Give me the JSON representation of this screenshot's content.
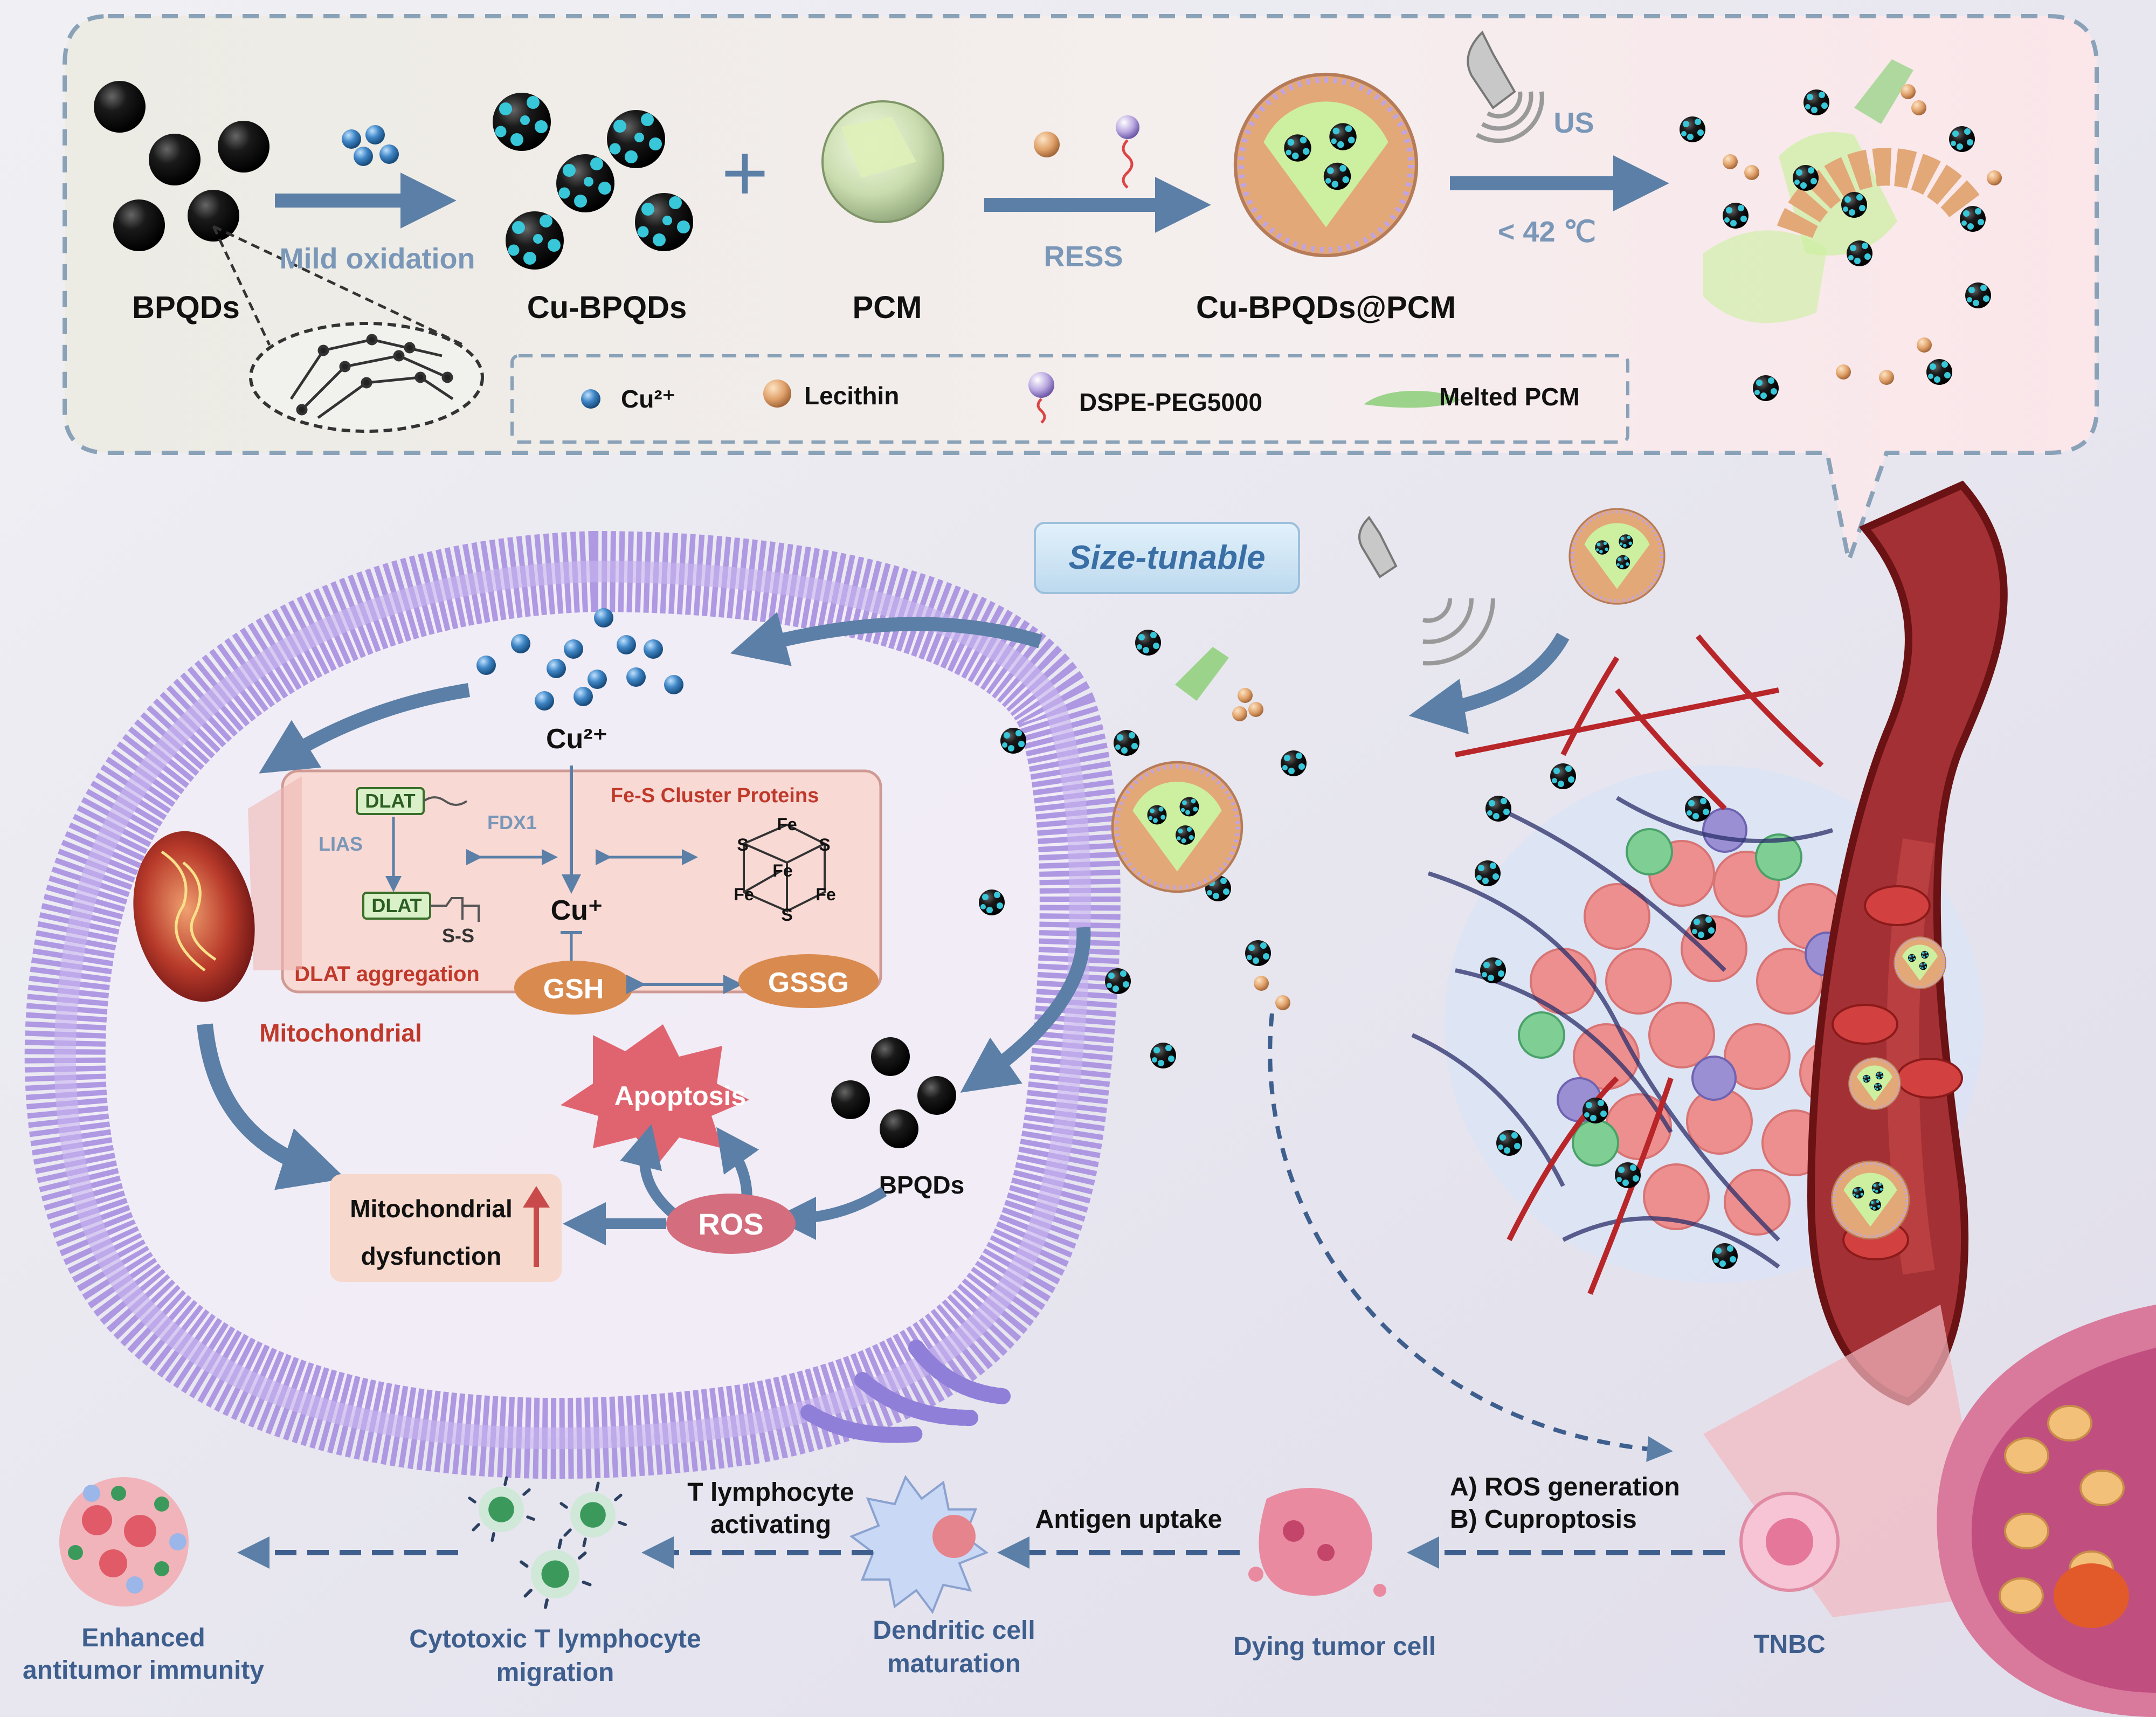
{
  "synthesis": {
    "bpqds": "BPQDs",
    "mild_oxidation": "Mild oxidation",
    "cu_bpqds": "Cu-BPQDs",
    "plus": "+",
    "pcm": "PCM",
    "ress": "RESS",
    "cu_bpqds_pcm": "Cu-BPQDs@PCM",
    "us": "US",
    "temp": "< 42 ℃"
  },
  "legend": {
    "cu": "Cu²⁺",
    "lecithin": "Lecithin",
    "dspe": "DSPE-PEG5000",
    "melted_pcm": "Melted PCM"
  },
  "size_tunable": "Size-tunable",
  "cell": {
    "cu2": "Cu²⁺",
    "cu1": "Cu⁺",
    "fes_title": "Fe-S Cluster Proteins",
    "dlat1": "DLAT",
    "dlat2": "DLAT",
    "lias": "LIAS",
    "fdx1": "FDX1",
    "ss": "S-S",
    "dlat_aggregation": "DLAT aggregation",
    "gsh": "GSH",
    "gssg": "GSSG",
    "mitochondrial": "Mitochondrial",
    "apoptosis": "Apoptosis",
    "bpqds": "BPQDs",
    "ros": "ROS",
    "mito_dys_1": "Mitochondrial",
    "mito_dys_2": "dysfunction",
    "fe": "Fe",
    "s": "S"
  },
  "immunity": {
    "enhanced_1": "Enhanced",
    "enhanced_2": "antitumor immunity",
    "ctl_1": "Cytotoxic T lymphocyte",
    "ctl_2": "migration",
    "t_act_1": "T lymphocyte",
    "t_act_2": "activating",
    "dc_1": "Dendritic cell",
    "dc_2": "maturation",
    "antigen": "Antigen uptake",
    "dying": "Dying tumor cell",
    "ros_gen": "A) ROS generation",
    "cuproptosis": "B) Cuproptosis",
    "tnbc": "TNBC"
  },
  "colors": {
    "arrow": "#5b7fa6",
    "membrane": "#9b7fe0",
    "pink_box": "#f8d9d4",
    "gsh": "#d98a4f",
    "ros": "#d46d7d",
    "vessel": "#8e1d1f",
    "tumor": "#e88a8a",
    "cu_ion": "#3f86c6"
  }
}
